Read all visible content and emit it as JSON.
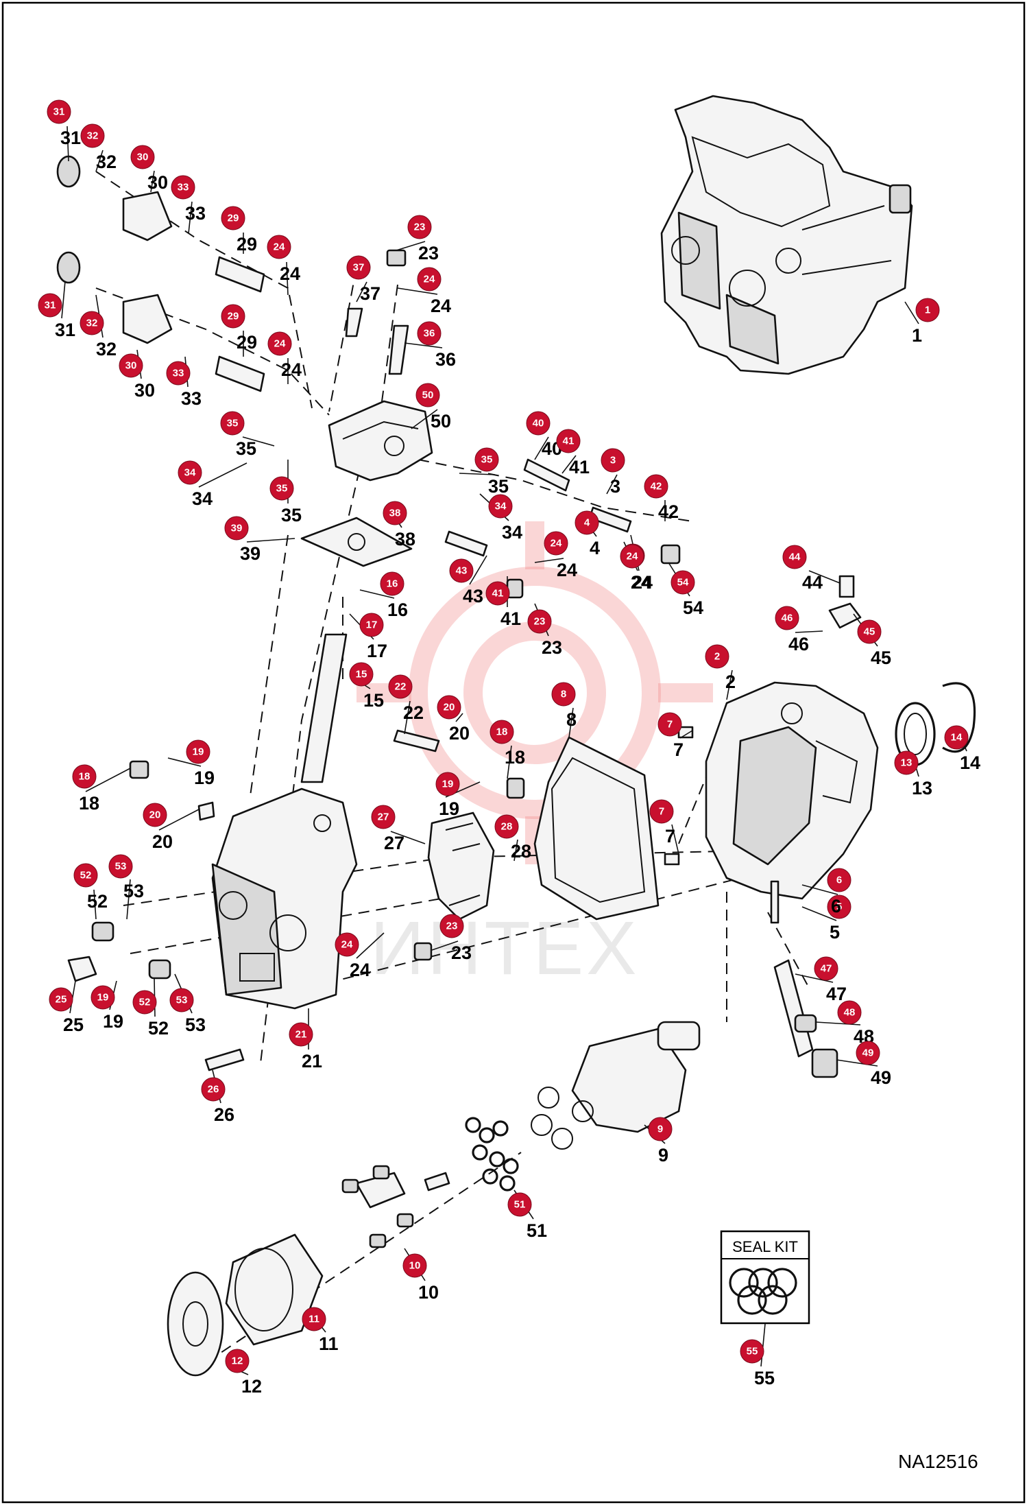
{
  "figure_code": "NA12516",
  "watermark_text": "ИНТЕХ",
  "seal_kit_label": "SEAL KIT",
  "brand_color": "#c8102e",
  "callouts": [
    {
      "n": "1"
    },
    {
      "n": "2"
    },
    {
      "n": "3"
    },
    {
      "n": "4"
    },
    {
      "n": "5"
    },
    {
      "n": "6"
    },
    {
      "n": "7"
    },
    {
      "n": "7"
    },
    {
      "n": "8"
    },
    {
      "n": "9"
    },
    {
      "n": "10"
    },
    {
      "n": "11"
    },
    {
      "n": "12"
    },
    {
      "n": "13"
    },
    {
      "n": "14"
    },
    {
      "n": "15"
    },
    {
      "n": "16"
    },
    {
      "n": "17"
    },
    {
      "n": "18"
    },
    {
      "n": "18"
    },
    {
      "n": "19"
    },
    {
      "n": "19"
    },
    {
      "n": "19"
    },
    {
      "n": "20"
    },
    {
      "n": "20"
    },
    {
      "n": "21"
    },
    {
      "n": "22"
    },
    {
      "n": "23"
    },
    {
      "n": "23"
    },
    {
      "n": "23"
    },
    {
      "n": "24"
    },
    {
      "n": "24"
    },
    {
      "n": "24"
    },
    {
      "n": "24"
    },
    {
      "n": "24"
    },
    {
      "n": "24"
    },
    {
      "n": "24"
    },
    {
      "n": "25"
    },
    {
      "n": "26"
    },
    {
      "n": "27"
    },
    {
      "n": "28"
    },
    {
      "n": "29"
    },
    {
      "n": "29"
    },
    {
      "n": "30"
    },
    {
      "n": "30"
    },
    {
      "n": "31"
    },
    {
      "n": "31"
    },
    {
      "n": "32"
    },
    {
      "n": "32"
    },
    {
      "n": "33"
    },
    {
      "n": "33"
    },
    {
      "n": "34"
    },
    {
      "n": "34"
    },
    {
      "n": "35"
    },
    {
      "n": "35"
    },
    {
      "n": "35"
    },
    {
      "n": "36"
    },
    {
      "n": "37"
    },
    {
      "n": "38"
    },
    {
      "n": "39"
    },
    {
      "n": "40"
    },
    {
      "n": "41"
    },
    {
      "n": "41"
    },
    {
      "n": "42"
    },
    {
      "n": "43"
    },
    {
      "n": "44"
    },
    {
      "n": "45"
    },
    {
      "n": "46"
    },
    {
      "n": "47"
    },
    {
      "n": "48"
    },
    {
      "n": "49"
    },
    {
      "n": "50"
    },
    {
      "n": "51"
    },
    {
      "n": "52"
    },
    {
      "n": "52"
    },
    {
      "n": "53"
    },
    {
      "n": "53"
    },
    {
      "n": "54"
    },
    {
      "n": "55"
    }
  ]
}
